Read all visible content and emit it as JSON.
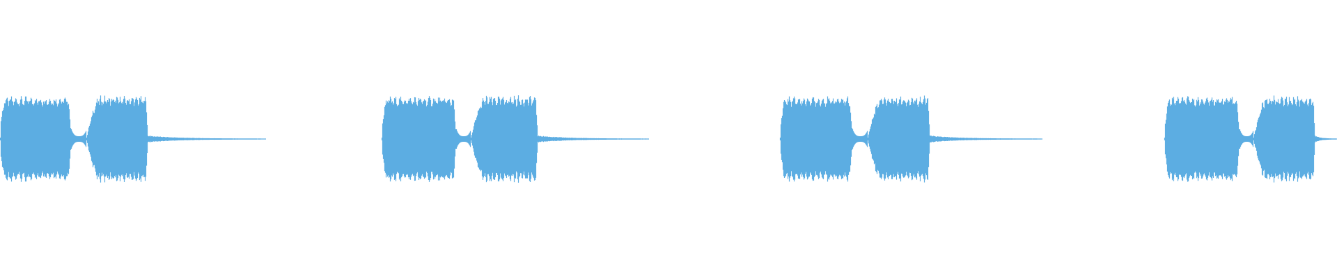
{
  "waveform": {
    "color": "#5dade2",
    "background": "#ffffff",
    "repeat_count": 4,
    "burst_pattern": [
      {
        "kind": "tone",
        "level": 0.6
      },
      {
        "kind": "dip",
        "level": 0.05
      },
      {
        "kind": "tone",
        "level": 0.6
      },
      {
        "kind": "tail",
        "level": 0.03
      }
    ]
  }
}
